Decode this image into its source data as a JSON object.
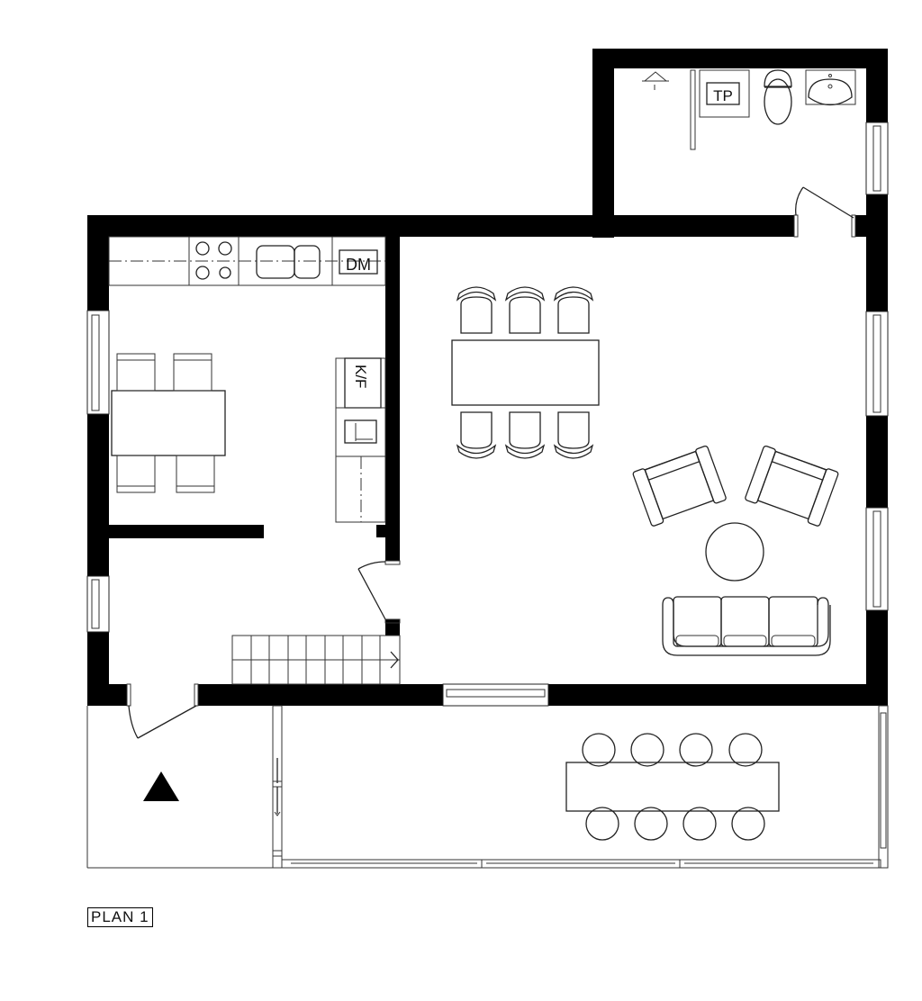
{
  "drawing": {
    "title": "PLAN 1",
    "type": "floor plan",
    "colors": {
      "wall": "#000000",
      "line": "#222222",
      "background": "#ffffff"
    }
  },
  "rooms": [
    {
      "id": "bathroom",
      "fixtures": [
        "shower",
        "toilet-paper",
        "toilet",
        "sink"
      ]
    },
    {
      "id": "kitchen",
      "fixtures": [
        "counter",
        "stove",
        "double-sink",
        "dishwasher",
        "fridge-freezer",
        "oven",
        "cabinet",
        "dining-table-4-chairs"
      ]
    },
    {
      "id": "hall",
      "fixtures": [
        "stairs",
        "entry-door"
      ]
    },
    {
      "id": "living-room",
      "fixtures": [
        "dining-table-6-chairs",
        "armchair",
        "armchair",
        "coffee-table",
        "sofa-3-seat"
      ]
    },
    {
      "id": "terrace",
      "fixtures": [
        "outdoor-table-8-chairs",
        "sliding-door"
      ]
    },
    {
      "id": "entry-porch",
      "fixtures": [
        "north-marker"
      ]
    }
  ],
  "labels": {
    "bath_tp": "TP",
    "kitchen_dm": "DM",
    "kitchen_kf": "K/F",
    "plan": "PLAN 1"
  }
}
